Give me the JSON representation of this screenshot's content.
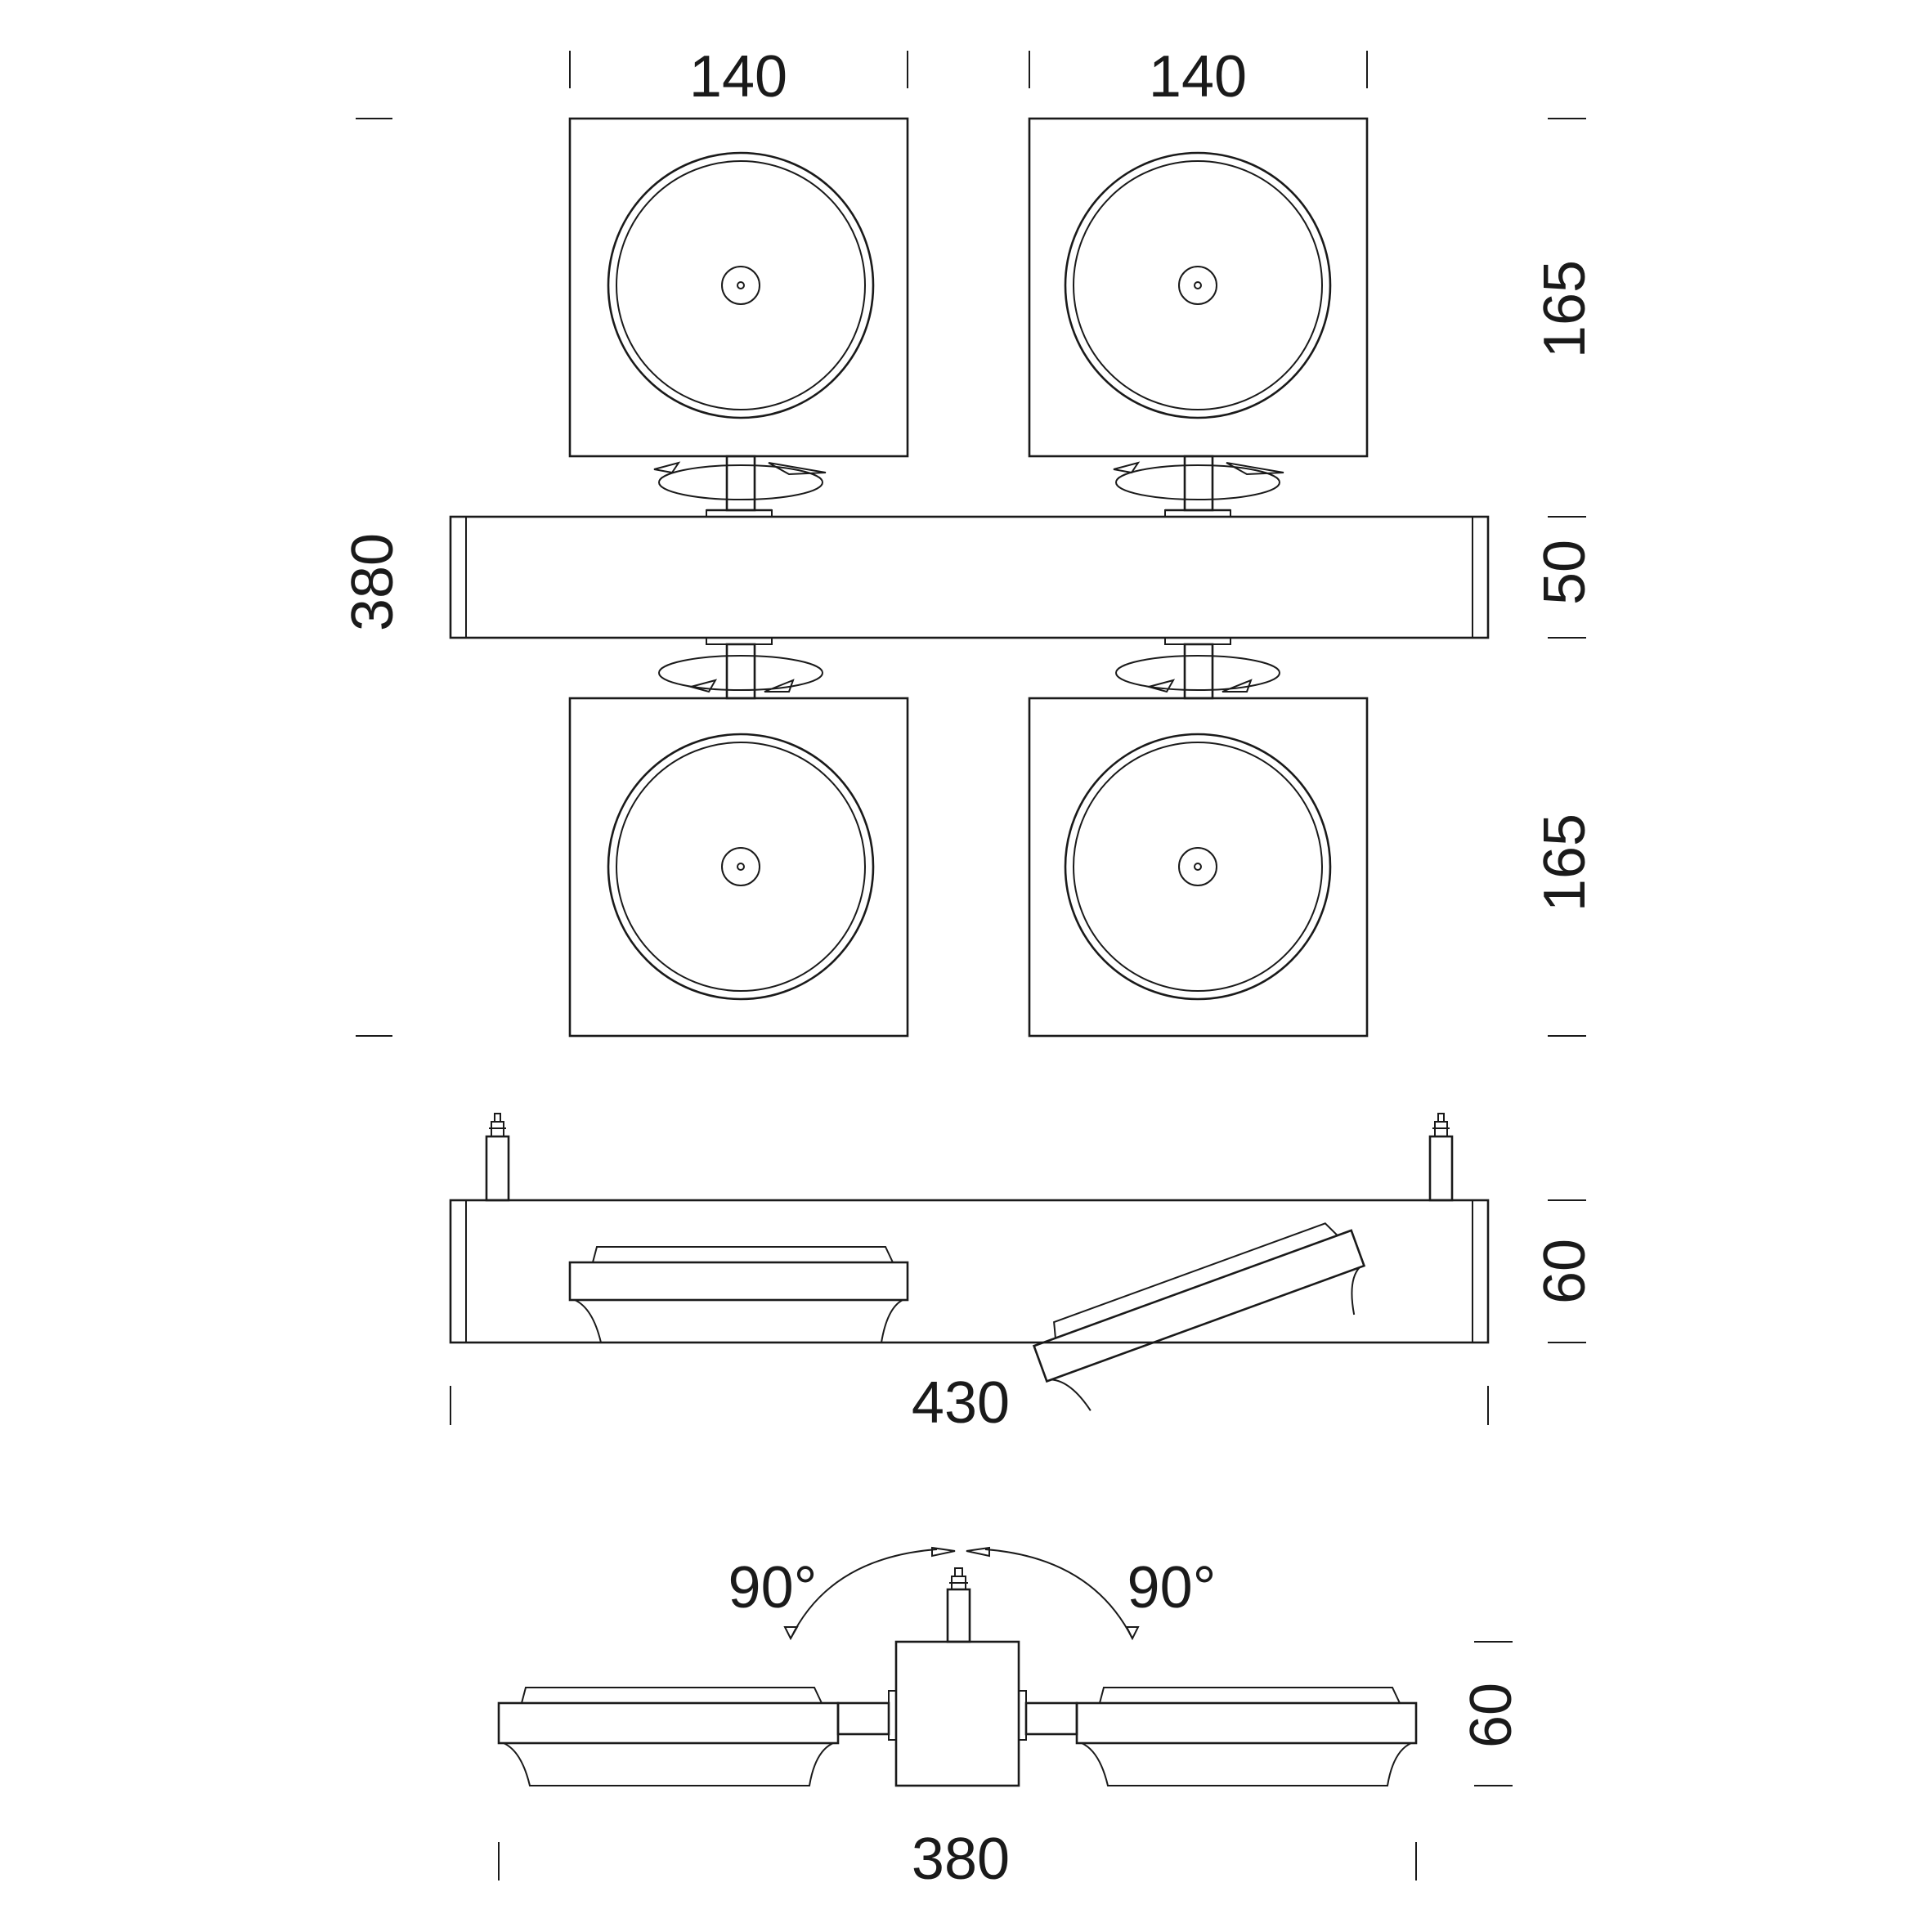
{
  "dimensions": {
    "top_width_left": "140",
    "top_width_right": "140",
    "total_height": "380",
    "upper_head_height": "165",
    "bar_height": "50",
    "lower_head_height": "165",
    "side_height": "60",
    "side_length": "430",
    "rotation_left": "90°",
    "rotation_right": "90°",
    "end_height": "60",
    "end_width": "380"
  }
}
